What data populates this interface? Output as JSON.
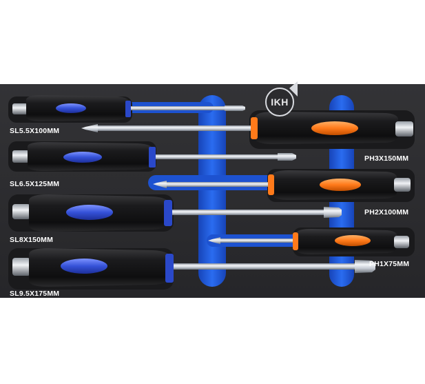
{
  "brand": {
    "name": "IKH"
  },
  "colors": {
    "foam": "#2b2b2e",
    "channel": "#1f5bd6",
    "handle": "#141414",
    "blue_grip": "#3a5ee0",
    "orange_grip": "#ff7a1a",
    "shaft": "#cfd4dc"
  },
  "tools": [
    {
      "type": "slotted",
      "grip_color": "blue",
      "label": "SL5.5X100MM"
    },
    {
      "type": "slotted",
      "grip_color": "blue",
      "label": "SL6.5X125MM"
    },
    {
      "type": "slotted",
      "grip_color": "blue",
      "label": "SL8X150MM"
    },
    {
      "type": "slotted",
      "grip_color": "blue",
      "label": "SL9.5X175MM"
    },
    {
      "type": "phillips",
      "grip_color": "orange",
      "label": "PH3X150MM"
    },
    {
      "type": "phillips",
      "grip_color": "orange",
      "label": "PH2X100MM"
    },
    {
      "type": "phillips",
      "grip_color": "orange",
      "label": "PH1X75MM"
    }
  ]
}
